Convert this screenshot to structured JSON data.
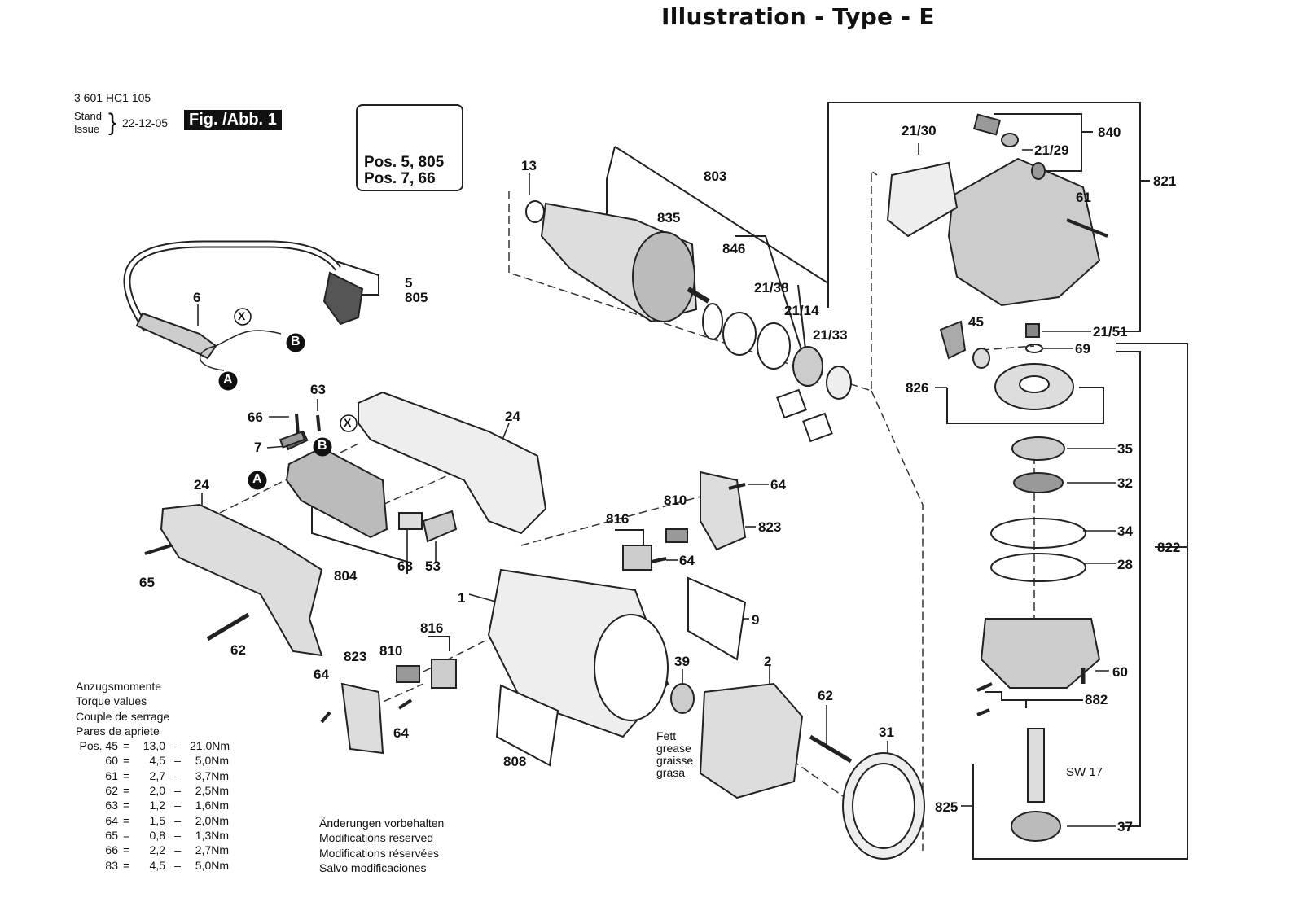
{
  "title": "Illustration - Type - E",
  "header": {
    "part_number": "3 601 HC1 105",
    "stand": "Stand",
    "issue": "Issue",
    "date": "22-12-05",
    "figure": "Fig. /Abb. 1"
  },
  "warning_box": {
    "line1": "Pos. 5, 805",
    "line2": "Pos. 7, 66",
    "icons": [
      "warning-triangle-icon",
      "read-manual-icon"
    ]
  },
  "torque_table": {
    "headings": [
      "Anzugsmomente",
      "Torque values",
      "Couple de serrage",
      "Pares de apriete"
    ],
    "rows": [
      {
        "pos": "Pos. 45",
        "eq": "=",
        "min": "13,0",
        "dash": "–",
        "max": "21,0Nm"
      },
      {
        "pos": "60",
        "eq": "=",
        "min": "4,5",
        "dash": "–",
        "max": "5,0Nm"
      },
      {
        "pos": "61",
        "eq": "=",
        "min": "2,7",
        "dash": "–",
        "max": "3,7Nm"
      },
      {
        "pos": "62",
        "eq": "=",
        "min": "2,0",
        "dash": "–",
        "max": "2,5Nm"
      },
      {
        "pos": "63",
        "eq": "=",
        "min": "1,2",
        "dash": "–",
        "max": "1,6Nm"
      },
      {
        "pos": "64",
        "eq": "=",
        "min": "1,5",
        "dash": "–",
        "max": "2,0Nm"
      },
      {
        "pos": "65",
        "eq": "=",
        "min": "0,8",
        "dash": "–",
        "max": "1,3Nm"
      },
      {
        "pos": "66",
        "eq": "=",
        "min": "2,2",
        "dash": "–",
        "max": "2,7Nm"
      },
      {
        "pos": "83",
        "eq": "=",
        "min": "4,5",
        "dash": "–",
        "max": "5,0Nm"
      }
    ]
  },
  "modifications": [
    "Änderungen vorbehalten",
    "Modifications reserved",
    "Modifications réservées",
    "Salvo modificaciones"
  ],
  "grease_note": [
    "Fett",
    "grease",
    "graisse",
    "grasa"
  ],
  "wrench_size": "SW 17",
  "callouts": {
    "c13": "13",
    "c803": "803",
    "c835": "835",
    "c846": "846",
    "c21_38": "21/38",
    "c21_14": "21/14",
    "c21_33": "21/33",
    "c21_30": "21/30",
    "c840": "840",
    "c21_29": "21/29",
    "c821": "821",
    "c61": "61",
    "c45": "45",
    "c21_51": "21/51",
    "c69": "69",
    "c826": "826",
    "c35": "35",
    "c32": "32",
    "c34": "34",
    "c822": "822",
    "c28": "28",
    "c60": "60",
    "c882": "882",
    "c825": "825",
    "c37": "37",
    "c5": "5",
    "c805": "805",
    "c6": "6",
    "cX1": "X",
    "cB1": "B",
    "cA1": "A",
    "c63": "63",
    "c66": "66",
    "c7": "7",
    "cB2": "B",
    "cX2": "X",
    "c24a": "24",
    "cA2": "A",
    "c24b": "24",
    "c65": "65",
    "c804": "804",
    "c68": "68",
    "c53": "53",
    "c62a": "62",
    "c64a": "64",
    "c810a": "810",
    "c823a": "823",
    "c816a": "816",
    "c64b": "64",
    "c1": "1",
    "c9": "9",
    "c823b": "823",
    "c810b": "810",
    "c816b": "816",
    "c64c": "64",
    "c64d": "64",
    "c808": "808",
    "c39": "39",
    "c2": "2",
    "c62b": "62",
    "c31": "31"
  }
}
